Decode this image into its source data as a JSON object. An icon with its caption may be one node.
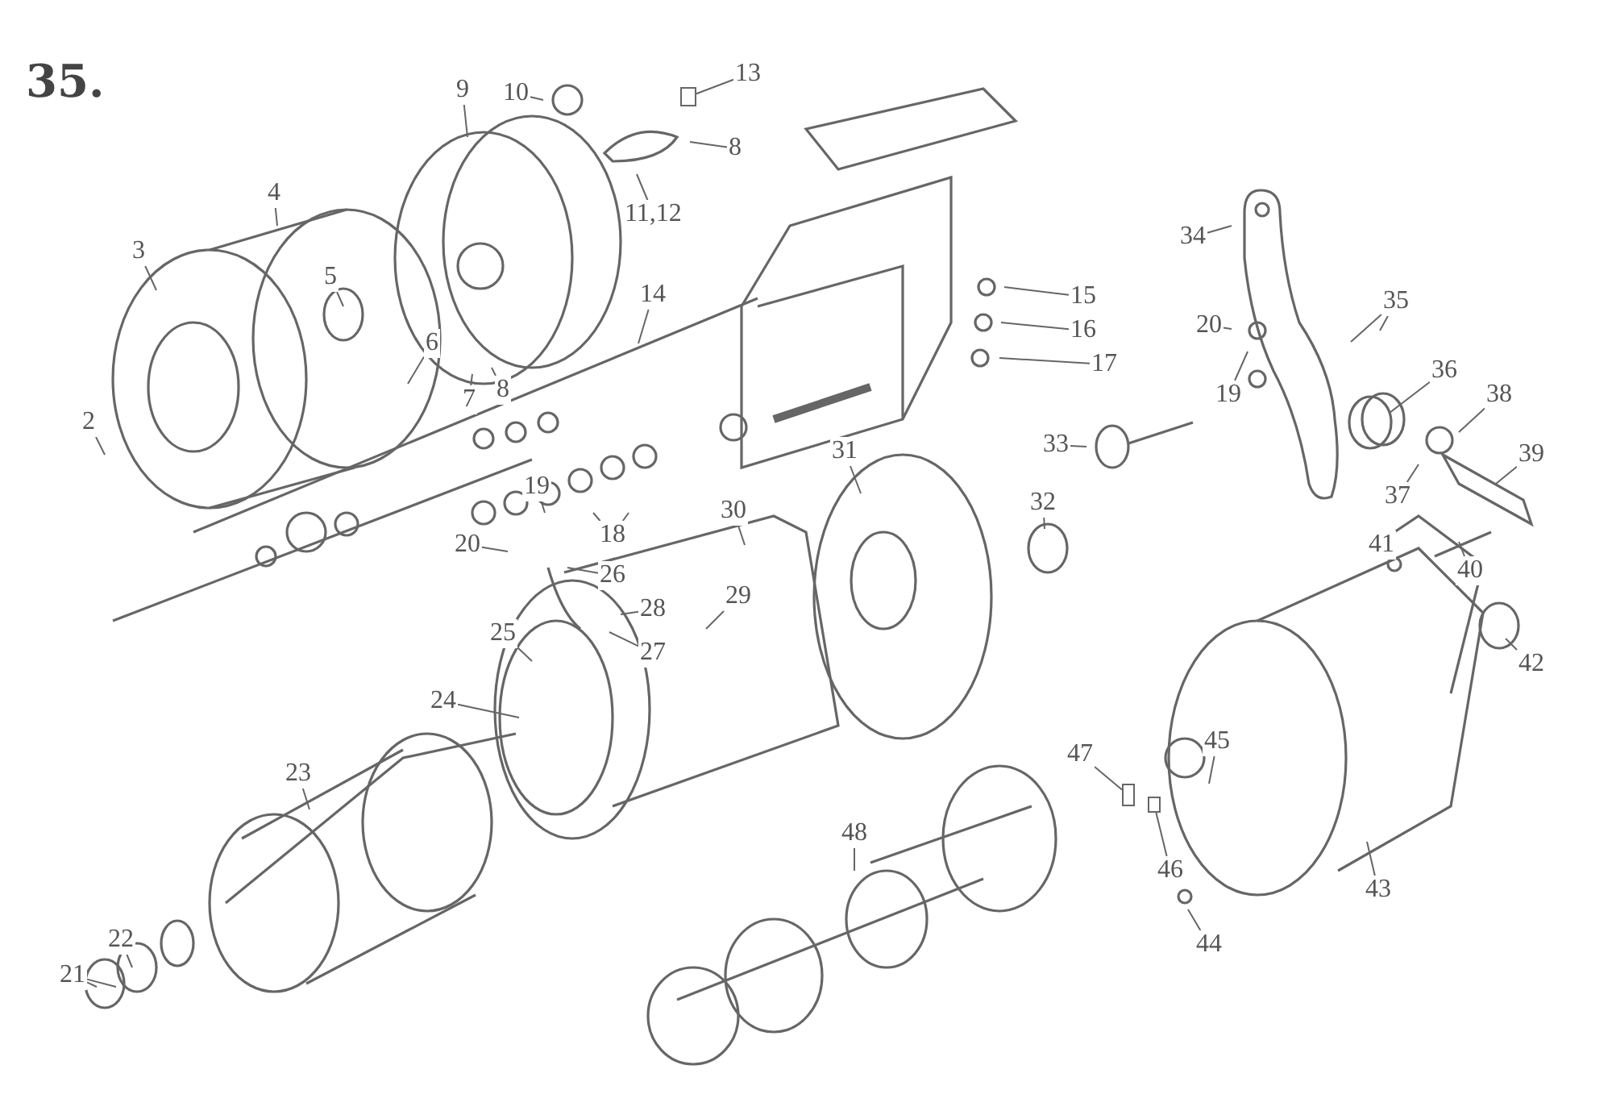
{
  "diagram": {
    "title": "35.",
    "nodes": [
      {
        "text": [
          "9"
        ]
      },
      {
        "text": [
          "10"
        ]
      },
      {
        "text": [
          "13"
        ]
      },
      {
        "text": [
          "8"
        ]
      },
      {
        "text": [
          "4"
        ]
      },
      {
        "text": [
          "11,12"
        ]
      },
      {
        "text": [
          "34"
        ]
      },
      {
        "text": [
          "3"
        ]
      },
      {
        "text": [
          "5"
        ]
      },
      {
        "text": [
          "14"
        ]
      },
      {
        "text": [
          "15"
        ]
      },
      {
        "text": [
          "35"
        ]
      },
      {
        "text": [
          "16"
        ]
      },
      {
        "text": [
          "20"
        ]
      },
      {
        "text": [
          "6"
        ]
      },
      {
        "text": [
          "36"
        ]
      },
      {
        "text": [
          "38"
        ]
      },
      {
        "text": [
          "19"
        ]
      },
      {
        "text": [
          "7"
        ]
      },
      {
        "text": [
          "8"
        ]
      },
      {
        "text": [
          "2"
        ]
      },
      {
        "text": [
          "33"
        ]
      },
      {
        "text": [
          "39"
        ]
      },
      {
        "text": [
          "17"
        ]
      },
      {
        "text": [
          "31"
        ]
      },
      {
        "text": [
          "19"
        ]
      },
      {
        "text": [
          "37"
        ]
      },
      {
        "text": [
          "32"
        ]
      },
      {
        "text": [
          "30"
        ]
      },
      {
        "text": [
          "18"
        ]
      },
      {
        "text": [
          "20"
        ]
      },
      {
        "text": [
          "41"
        ]
      },
      {
        "text": [
          "40"
        ]
      },
      {
        "text": [
          "26"
        ]
      },
      {
        "text": [
          "28"
        ]
      },
      {
        "text": [
          "29"
        ]
      },
      {
        "text": [
          "25"
        ]
      },
      {
        "text": [
          "27"
        ]
      },
      {
        "text": [
          "42"
        ]
      },
      {
        "text": [
          "24"
        ]
      },
      {
        "text": [
          "45"
        ]
      },
      {
        "text": [
          "23"
        ]
      },
      {
        "text": [
          "47"
        ]
      },
      {
        "text": [
          "48"
        ]
      },
      {
        "text": [
          "46"
        ]
      },
      {
        "text": [
          "43"
        ]
      },
      {
        "text": [
          "44"
        ]
      },
      {
        "text": [
          "22"
        ]
      },
      {
        "text": [
          "21"
        ]
      },
      {
        "text": [],
        "shape": "box"
      },
      {
        "text": [],
        "shape": "box"
      },
      {
        "text": [],
        "shape": "box"
      }
    ],
    "edges": [
      {
        "from": 0,
        "to": null,
        "arrow": "none"
      },
      {
        "from": 1,
        "to": null,
        "arrow": "none"
      },
      {
        "from": 2,
        "to": 49,
        "arrow": "none"
      },
      {
        "from": 3,
        "to": null,
        "arrow": "none"
      },
      {
        "from": 4,
        "to": null,
        "arrow": "none"
      },
      {
        "from": 5,
        "to": null,
        "arrow": "none"
      },
      {
        "from": 6,
        "to": null,
        "arrow": "none"
      },
      {
        "from": 7,
        "to": null,
        "arrow": "none"
      },
      {
        "from": 8,
        "to": null,
        "arrow": "none"
      },
      {
        "from": 9,
        "to": null,
        "arrow": "none"
      },
      {
        "from": 10,
        "to": null,
        "arrow": "none"
      },
      {
        "from": 11,
        "to": null,
        "arrow": "none"
      },
      {
        "from": 11,
        "to": null,
        "arrow": "none"
      },
      {
        "from": 12,
        "to": null,
        "arrow": "none"
      },
      {
        "from": 13,
        "to": null,
        "arrow": "none"
      },
      {
        "from": 14,
        "to": null,
        "arrow": "none"
      },
      {
        "from": 15,
        "to": null,
        "arrow": "none"
      },
      {
        "from": 16,
        "to": null,
        "arrow": "none"
      },
      {
        "from": 17,
        "to": null,
        "arrow": "none"
      },
      {
        "from": 18,
        "to": null,
        "arrow": "none"
      },
      {
        "from": 19,
        "to": null,
        "arrow": "none"
      },
      {
        "from": 20,
        "to": null,
        "arrow": "none"
      },
      {
        "from": 21,
        "to": null,
        "arrow": "none"
      },
      {
        "from": 22,
        "to": null,
        "arrow": "none"
      },
      {
        "from": 23,
        "to": null,
        "arrow": "none"
      },
      {
        "from": 24,
        "to": null,
        "arrow": "none"
      },
      {
        "from": 25,
        "to": null,
        "arrow": "none"
      },
      {
        "from": 26,
        "to": null,
        "arrow": "none"
      },
      {
        "from": 27,
        "to": null,
        "arrow": "none"
      },
      {
        "from": 28,
        "to": null,
        "arrow": "none"
      },
      {
        "from": 29,
        "to": null,
        "arrow": "none"
      },
      {
        "from": 29,
        "to": null,
        "arrow": "none"
      },
      {
        "from": 30,
        "to": null,
        "arrow": "none"
      },
      {
        "from": 31,
        "to": null,
        "arrow": "none"
      },
      {
        "from": 32,
        "to": null,
        "arrow": "none"
      },
      {
        "from": 33,
        "to": null,
        "arrow": "none"
      },
      {
        "from": 34,
        "to": null,
        "arrow": "none"
      },
      {
        "from": 35,
        "to": null,
        "arrow": "none"
      },
      {
        "from": 36,
        "to": null,
        "arrow": "none"
      },
      {
        "from": 37,
        "to": null,
        "arrow": "none"
      },
      {
        "from": 38,
        "to": null,
        "arrow": "none"
      },
      {
        "from": 39,
        "to": null,
        "arrow": "none"
      },
      {
        "from": 40,
        "to": null,
        "arrow": "none"
      },
      {
        "from": 41,
        "to": null,
        "arrow": "none"
      },
      {
        "from": 42,
        "to": 50,
        "arrow": "none"
      },
      {
        "from": 43,
        "to": null,
        "arrow": "none"
      },
      {
        "from": 44,
        "to": 51,
        "arrow": "none"
      },
      {
        "from": 45,
        "to": null,
        "arrow": "none"
      },
      {
        "from": 46,
        "to": null,
        "arrow": "none"
      },
      {
        "from": 47,
        "to": null,
        "arrow": "none"
      },
      {
        "from": 48,
        "to": null,
        "arrow": "none"
      },
      {
        "from": 48,
        "to": null,
        "arrow": "none"
      }
    ]
  }
}
